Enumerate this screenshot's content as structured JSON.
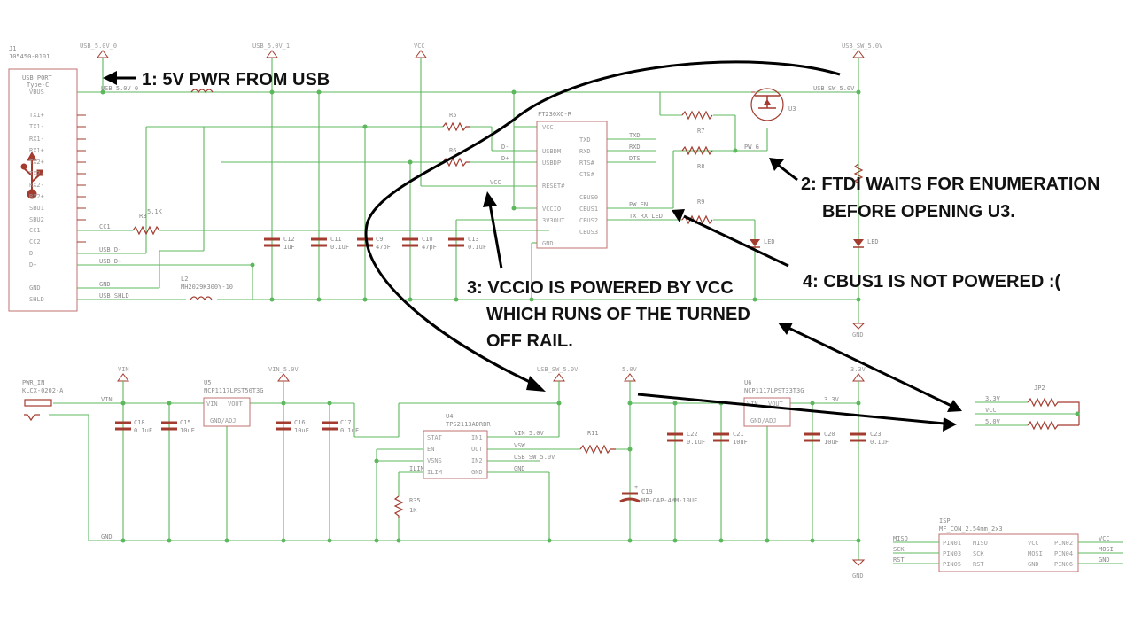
{
  "annotations": {
    "a1": "1: 5V PWR FROM USB",
    "a2_line1": "2: FTDI WAITS FOR ENUMERATION",
    "a2_line2": "BEFORE OPENING U3.",
    "a3_line1": "3: VCCIO IS POWERED BY VCC",
    "a3_line2": "WHICH RUNS OF THE TURNED",
    "a3_line3": "OFF RAIL.",
    "a4": "4: CBUS1 IS NOT POWERED :("
  },
  "usb_connector": {
    "ref": "J1",
    "part": "105450-0101",
    "title_line1": "USB PORT",
    "title_line2": "Type-C",
    "pins": [
      "VBUS",
      "TX1+",
      "TX1-",
      "RX1-",
      "RX1+",
      "TX2+",
      "TX2-",
      "RX2-",
      "RX2+",
      "SBU1",
      "SBU2",
      "CC1",
      "CC2",
      "D-",
      "D+",
      "GND",
      "SHLD"
    ]
  },
  "power_symbols": {
    "usb_5v_0": "USB_5.0V_0",
    "usb_5v_1": "USB_5.0V_1",
    "vcc": "VCC",
    "usb_sw_5v_top": "USB_SW_5.0V",
    "gnd_top": "GND",
    "vin": "VIN",
    "vin_5v": "VIN_5.0V",
    "usb_sw_5v_bottom": "USB_SW_5.0V",
    "v5": "5.0V",
    "v3v3": "3.3V",
    "gnd_bottom": "GND"
  },
  "ftdi": {
    "ref": "FT230XQ-R",
    "left_pins": [
      "VCC",
      "USBDM",
      "USBDP",
      "RESET#",
      "VCCIO",
      "3V3OUT",
      "GND"
    ],
    "right_pins": [
      "TXD",
      "RXD",
      "RTS#",
      "CTS#",
      "CBUS0",
      "CBUS1",
      "CBUS2",
      "CBUS3"
    ],
    "net_labels": {
      "txd": "TXD",
      "rxd": "RXD",
      "dts": "DTS",
      "pw_en": "PW_EN",
      "tx_rx_led": "TX_RX_LED",
      "d_minus": "D-",
      "d_plus": "D+",
      "vcc_net": "VCC"
    }
  },
  "top_nets": {
    "usb_5v0_net": "USB_5.0V_0",
    "cc1": "CC1",
    "usb_d_minus": "USB_D-",
    "usb_d_plus": "USB_D+",
    "gnd": "GND",
    "usb_shld": "USB_SHLD",
    "usb_sw_5v": "USB_SW_5.0V",
    "pw_g": "PW_G"
  },
  "top_parts": {
    "r3": "R3",
    "r3_val": "5.1K",
    "l2": "L2",
    "l2_val": "MH2029K300Y-10",
    "c12": "C12",
    "c12_val": "1uF",
    "c11": "C11",
    "c11_val": "0.1uF",
    "c9": "C9",
    "c9_val": "47pF",
    "c10": "C10",
    "c10_val": "47pF",
    "c13": "C13",
    "c13_val": "0.1uF",
    "r5": "R5",
    "r6": "R6",
    "r7": "R7",
    "r8": "R8",
    "r9": "R9",
    "u3": "U3",
    "led1": "LED",
    "led2": "LED"
  },
  "bottom_parts": {
    "pwr_in": "PWR_IN",
    "pwr_in_part": "KLCX-0202-A",
    "u5": "U5",
    "u5_part": "NCP1117LPST50T3G",
    "u5_vin": "VIN",
    "u5_vout": "VOUT",
    "u5_gnd": "GND/ADJ",
    "c18": "C18",
    "c18_val": "0.1uF",
    "c15": "C15",
    "c15_val": "10uF",
    "c16": "C16",
    "c16_val": "10uF",
    "c17": "C17",
    "c17_val": "0.1uF",
    "u4": "U4",
    "u4_part": "TPS2113ADRBR",
    "u4_left": [
      "STAT",
      "EN",
      "VSNS",
      "ILIM"
    ],
    "u4_right": [
      "IN1",
      "OUT",
      "IN2",
      "GND"
    ],
    "r35": "R35",
    "r35_val": "1K",
    "r11": "R11",
    "c19": "C19",
    "c19_val": "MP-CAP-4MM-10UF",
    "c22": "C22",
    "c22_val": "0.1uF",
    "c21": "C21",
    "c21_val": "10uF",
    "u6": "U6",
    "u6_part": "NCP1117LPST33T3G",
    "u6_vin": "VIN",
    "u6_vout": "VOUT",
    "u6_gnd": "GND/ADJ",
    "c20": "C20",
    "c20_val": "10uF",
    "c23": "C23",
    "c23_val": "0.1uF",
    "jp2": "JP2",
    "net_vin_5v": "VIN_5.0V",
    "net_vsw": "VSW",
    "net_usb_sw_5v": "USB_SW_5.0V",
    "net_vin": "VIN",
    "net_gnd": "GND",
    "net_gnd2": "GND",
    "net_ilim": "ILIM",
    "net_3v3": "3.3V",
    "jp_3v3": "3.3V",
    "jp_vcc": "VCC",
    "jp_5v": "5.0V"
  },
  "isp": {
    "ref": "ISP",
    "part": "MF_CON_2.54mm_2x3",
    "left_nets": [
      "MISO",
      "SCK",
      "RST"
    ],
    "left_pins": [
      "PIN01",
      "PIN03",
      "PIN05"
    ],
    "inner_left": [
      "MISO",
      "SCK",
      "RST"
    ],
    "inner_right": [
      "VCC",
      "MOSI",
      "GND"
    ],
    "right_pins": [
      "PIN02",
      "PIN04",
      "PIN06"
    ],
    "right_nets": [
      "VCC",
      "MOSI",
      "GND"
    ]
  }
}
